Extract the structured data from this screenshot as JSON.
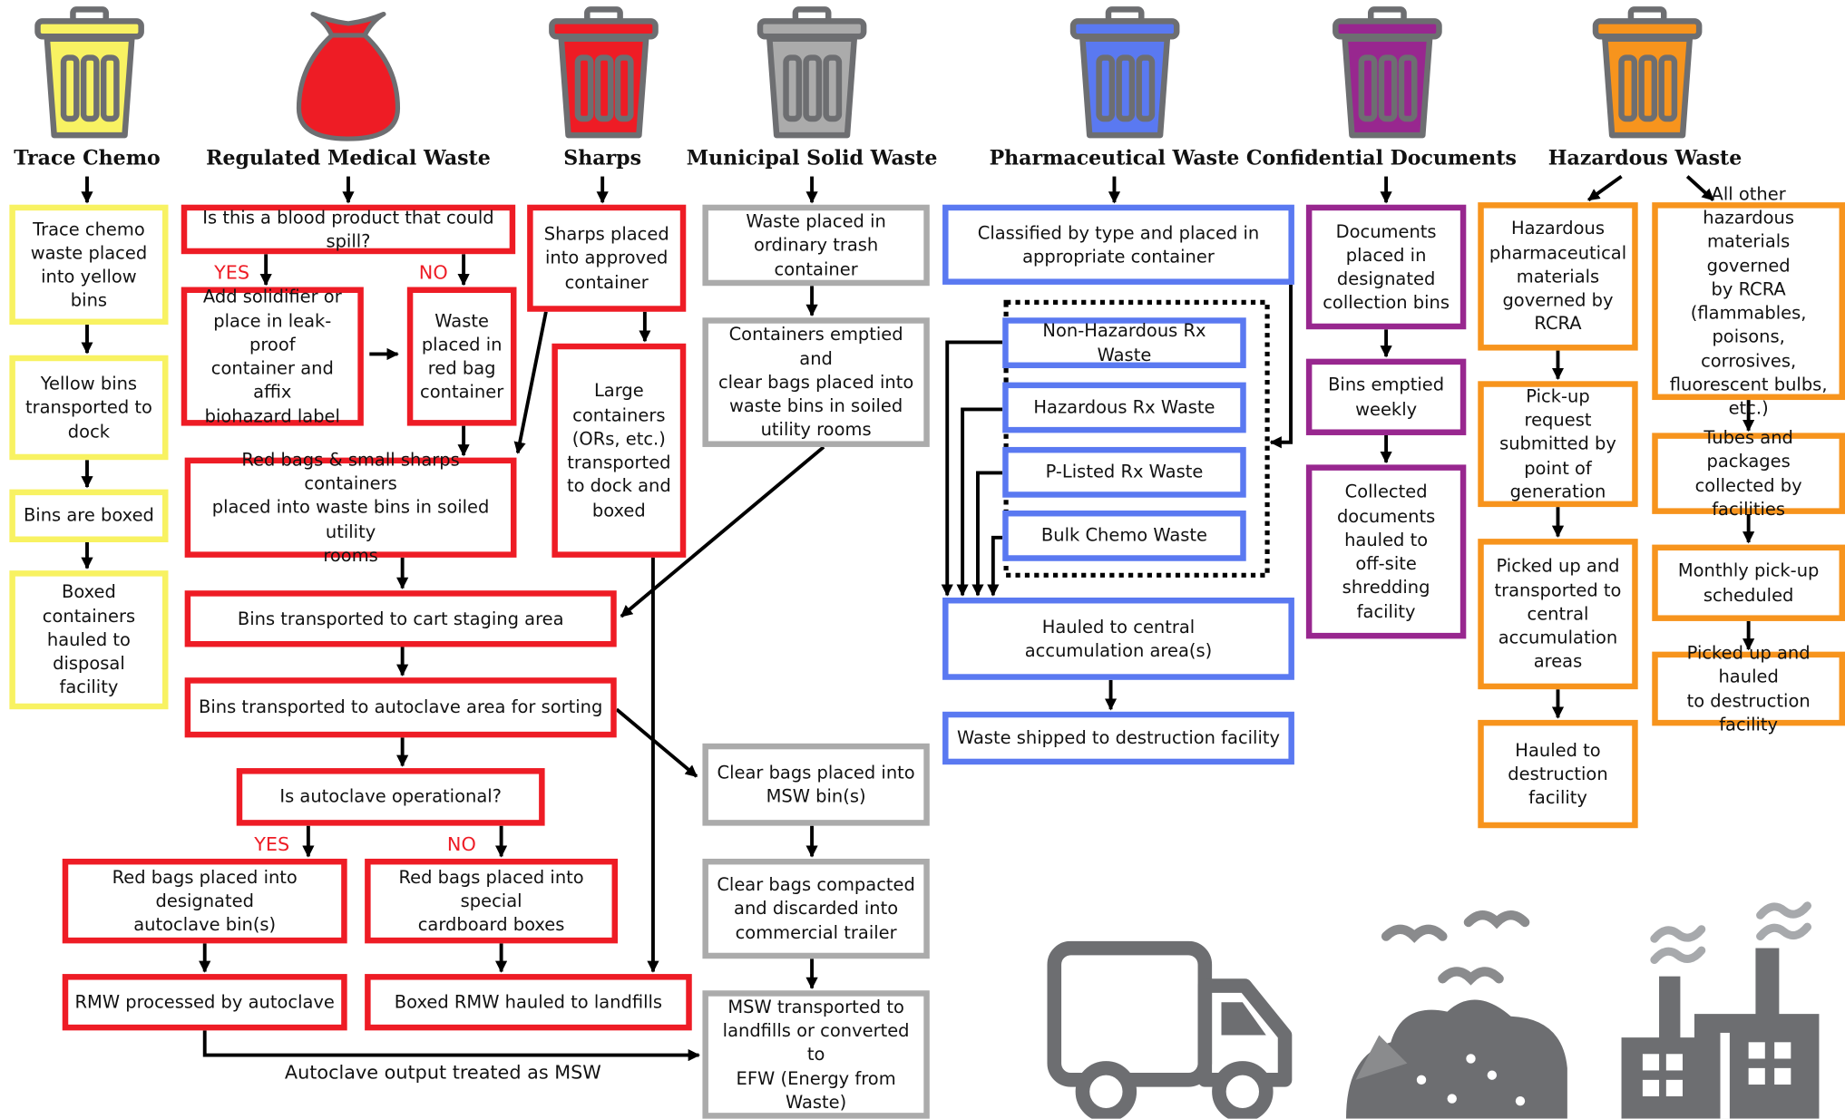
{
  "colors": {
    "trace_chemo": "#f8f262",
    "regulated": "#ee1c25",
    "sharps": "#ee1c25",
    "municipal": "#ababab",
    "pharmaceutical": "#5a79f1",
    "confidential": "#98278f",
    "hazardous": "#f7941d",
    "icons": "#6d6e71"
  },
  "icons": [
    "trash-bin-icon",
    "red-bag-icon",
    "truck-icon",
    "landfill-icon",
    "factory-icon"
  ],
  "headings": {
    "trace_chemo": "Trace Chemo",
    "regulated": "Regulated Medical Waste",
    "sharps": "Sharps",
    "municipal": "Municipal Solid Waste",
    "pharmaceutical": "Pharmaceutical Waste",
    "confidential": "Confidential Documents",
    "hazardous": "Hazardous Waste"
  },
  "trace_chemo": {
    "step1": "Trace chemo\nwaste placed\ninto yellow bins",
    "step2": "Yellow bins\ntransported to\ndock",
    "step3": "Bins are boxed",
    "step4": "Boxed\ncontainers\nhauled to\ndisposal facility"
  },
  "regulated": {
    "question1": "Is this a blood product that could spill?",
    "yes": "YES",
    "no": "NO",
    "solidifier": "Add solidifier or\nplace in leak-proof\ncontainer and affix\nbiohazard label",
    "red_bag": "Waste\nplaced in\nred bag\ncontainer",
    "soiled_rooms": "Red bags & small sharps containers\nplaced into waste bins in soiled utility\nrooms",
    "staging": "Bins transported to cart staging area",
    "autoclave_area": "Bins transported to autoclave area for sorting",
    "question2": "Is autoclave operational?",
    "autoclave_bins": "Red bags placed into designated\nautoclave bin(s)",
    "cardboard": "Red bags placed into special\ncardboard boxes",
    "processed": "RMW processed by autoclave",
    "landfills": "Boxed RMW hauled to landfills",
    "output_note": "Autoclave output treated as MSW"
  },
  "sharps": {
    "step1": "Sharps placed\ninto approved\ncontainer",
    "step2": "Large\ncontainers\n(ORs, etc.)\ntransported\nto dock and\nboxed"
  },
  "municipal": {
    "step1": "Waste placed in\nordinary trash container",
    "step2": "Containers emptied and\nclear bags placed into\nwaste bins in soiled\nutility rooms",
    "step3": "Clear bags placed into\nMSW bin(s)",
    "step4": "Clear bags compacted\nand discarded into\ncommercial trailer",
    "step5": "MSW transported to\nlandfills or converted to\nEFW (Energy from\nWaste)"
  },
  "pharmaceutical": {
    "step1": "Classified by type and placed in\nappropriate container",
    "types": [
      "Non-Hazardous Rx Waste",
      "Hazardous Rx Waste",
      "P-Listed Rx Waste",
      "Bulk Chemo Waste"
    ],
    "step2": "Hauled to central\naccumulation area(s)",
    "step3": "Waste shipped to destruction facility"
  },
  "confidential": {
    "step1": "Documents\nplaced in\ndesignated\ncollection bins",
    "step2": "Bins emptied\nweekly",
    "step3": "Collected\ndocuments\nhauled to\noff-site\nshredding\nfacility"
  },
  "hazardous": {
    "pharma": [
      "Hazardous\npharmaceutical\nmaterials\ngoverned by\nRCRA",
      "Pick-up request\nsubmitted by\npoint of\ngeneration",
      "Picked up and\ntransported to\ncentral\naccumulation\nareas",
      "Hauled to\ndestruction\nfacility"
    ],
    "other": [
      "All other hazardous\nmaterials governed\nby RCRA\n(flammables,\npoisons, corrosives,\nfluorescent bulbs,\netc.)",
      "Tubes and packages\ncollected by facilities",
      "Monthly pick-up\nscheduled",
      "Picked up and hauled\nto destruction facility"
    ]
  }
}
